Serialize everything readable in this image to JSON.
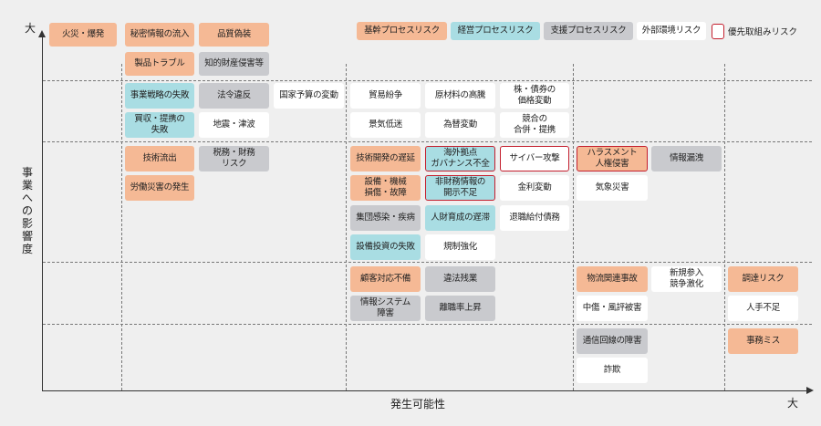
{
  "axes": {
    "y_label": "事業への影響度",
    "y_max": "大",
    "x_label": "発生可能性",
    "x_max": "大"
  },
  "legend": {
    "core": "基幹プロセスリスク",
    "mgmt": "経営プロセスリスク",
    "support": "支援プロセスリスク",
    "external": "外部環境リスク",
    "priority": "優先取組みリスク"
  },
  "colors": {
    "core": "#f5b995",
    "mgmt": "#a9dde3",
    "support": "#c9cace",
    "external": "#ffffff",
    "priority_border": "#c41f2e"
  },
  "risks": [
    {
      "label": "火災・爆発",
      "category": "core"
    },
    {
      "label": "秘密情報の流入",
      "category": "core"
    },
    {
      "label": "品質偽装",
      "category": "core"
    },
    {
      "label": "製品トラブル",
      "category": "core"
    },
    {
      "label": "知的財産侵害等",
      "category": "support"
    },
    {
      "label": "事業戦略の失敗",
      "category": "mgmt"
    },
    {
      "label": "法令違反",
      "category": "support"
    },
    {
      "label": "国家予算の変動",
      "category": "external"
    },
    {
      "label": "貿易紛争",
      "category": "external"
    },
    {
      "label": "原材料の高騰",
      "category": "external"
    },
    {
      "label": "株・債券の\n価格変動",
      "category": "external"
    },
    {
      "label": "買収・提携の\n失敗",
      "category": "mgmt"
    },
    {
      "label": "地震・津波",
      "category": "external"
    },
    {
      "label": "景気低迷",
      "category": "external"
    },
    {
      "label": "為替変動",
      "category": "external"
    },
    {
      "label": "競合の\n合併・提携",
      "category": "external"
    },
    {
      "label": "技術流出",
      "category": "core"
    },
    {
      "label": "税務・財務\nリスク",
      "category": "support"
    },
    {
      "label": "技術開発の遅延",
      "category": "core"
    },
    {
      "label": "海外拠点\nガバナンス不全",
      "category": "mgmt",
      "priority": true
    },
    {
      "label": "サイバー攻撃",
      "category": "external",
      "priority": true
    },
    {
      "label": "ハラスメント\n人権侵害",
      "category": "core",
      "priority": true
    },
    {
      "label": "情報漏洩",
      "category": "support"
    },
    {
      "label": "労働災害の発生",
      "category": "core"
    },
    {
      "label": "設備・機械\n損傷・故障",
      "category": "core"
    },
    {
      "label": "非財務情報の\n開示不足",
      "category": "mgmt",
      "priority": true
    },
    {
      "label": "金利変動",
      "category": "external"
    },
    {
      "label": "気象災害",
      "category": "external"
    },
    {
      "label": "集団感染・疾病",
      "category": "support"
    },
    {
      "label": "人財育成の遅滞",
      "category": "mgmt"
    },
    {
      "label": "退職給付債務",
      "category": "external"
    },
    {
      "label": "設備投資の失敗",
      "category": "mgmt"
    },
    {
      "label": "規制強化",
      "category": "external"
    },
    {
      "label": "顧客対応不備",
      "category": "core"
    },
    {
      "label": "違法残業",
      "category": "support"
    },
    {
      "label": "物流関連事故",
      "category": "core"
    },
    {
      "label": "新規参入\n競争激化",
      "category": "external"
    },
    {
      "label": "調達リスク",
      "category": "core"
    },
    {
      "label": "情報システム\n障害",
      "category": "support"
    },
    {
      "label": "離職率上昇",
      "category": "support"
    },
    {
      "label": "中傷・風評被害",
      "category": "external"
    },
    {
      "label": "人手不足",
      "category": "external"
    },
    {
      "label": "通信回線の障害",
      "category": "support"
    },
    {
      "label": "事務ミス",
      "category": "core"
    },
    {
      "label": "詐欺",
      "category": "external"
    }
  ]
}
